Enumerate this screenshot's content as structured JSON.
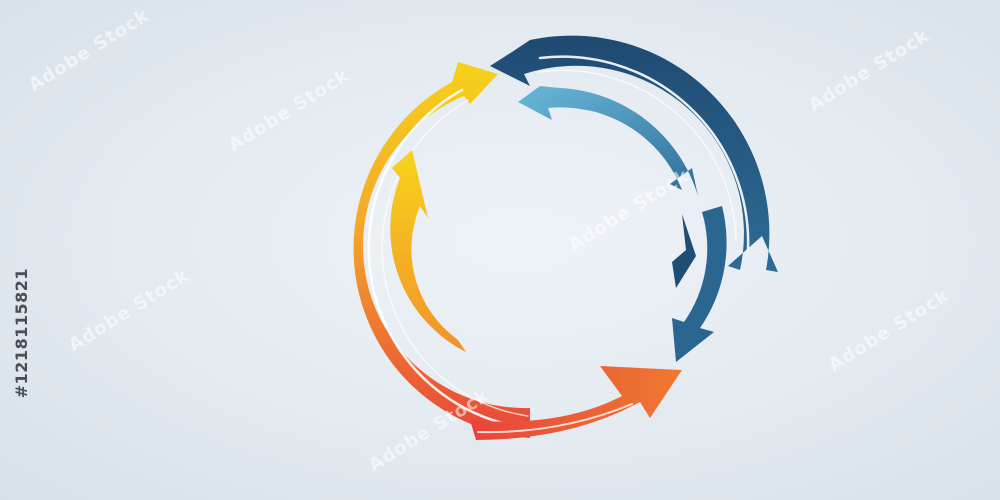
{
  "image": {
    "subject": "circular-arrows-cycle",
    "colors": {
      "background": "#e6edf2",
      "warm_start": "#f6cf1a",
      "warm_mid": "#f29a2a",
      "warm_end": "#e8473a",
      "cool_dark": "#1f4e79",
      "cool_mid": "#2f6f9a",
      "cool_light": "#5fb0d4"
    }
  },
  "watermark": {
    "text": "Adobe Stock",
    "id_text": "#1218115821"
  }
}
